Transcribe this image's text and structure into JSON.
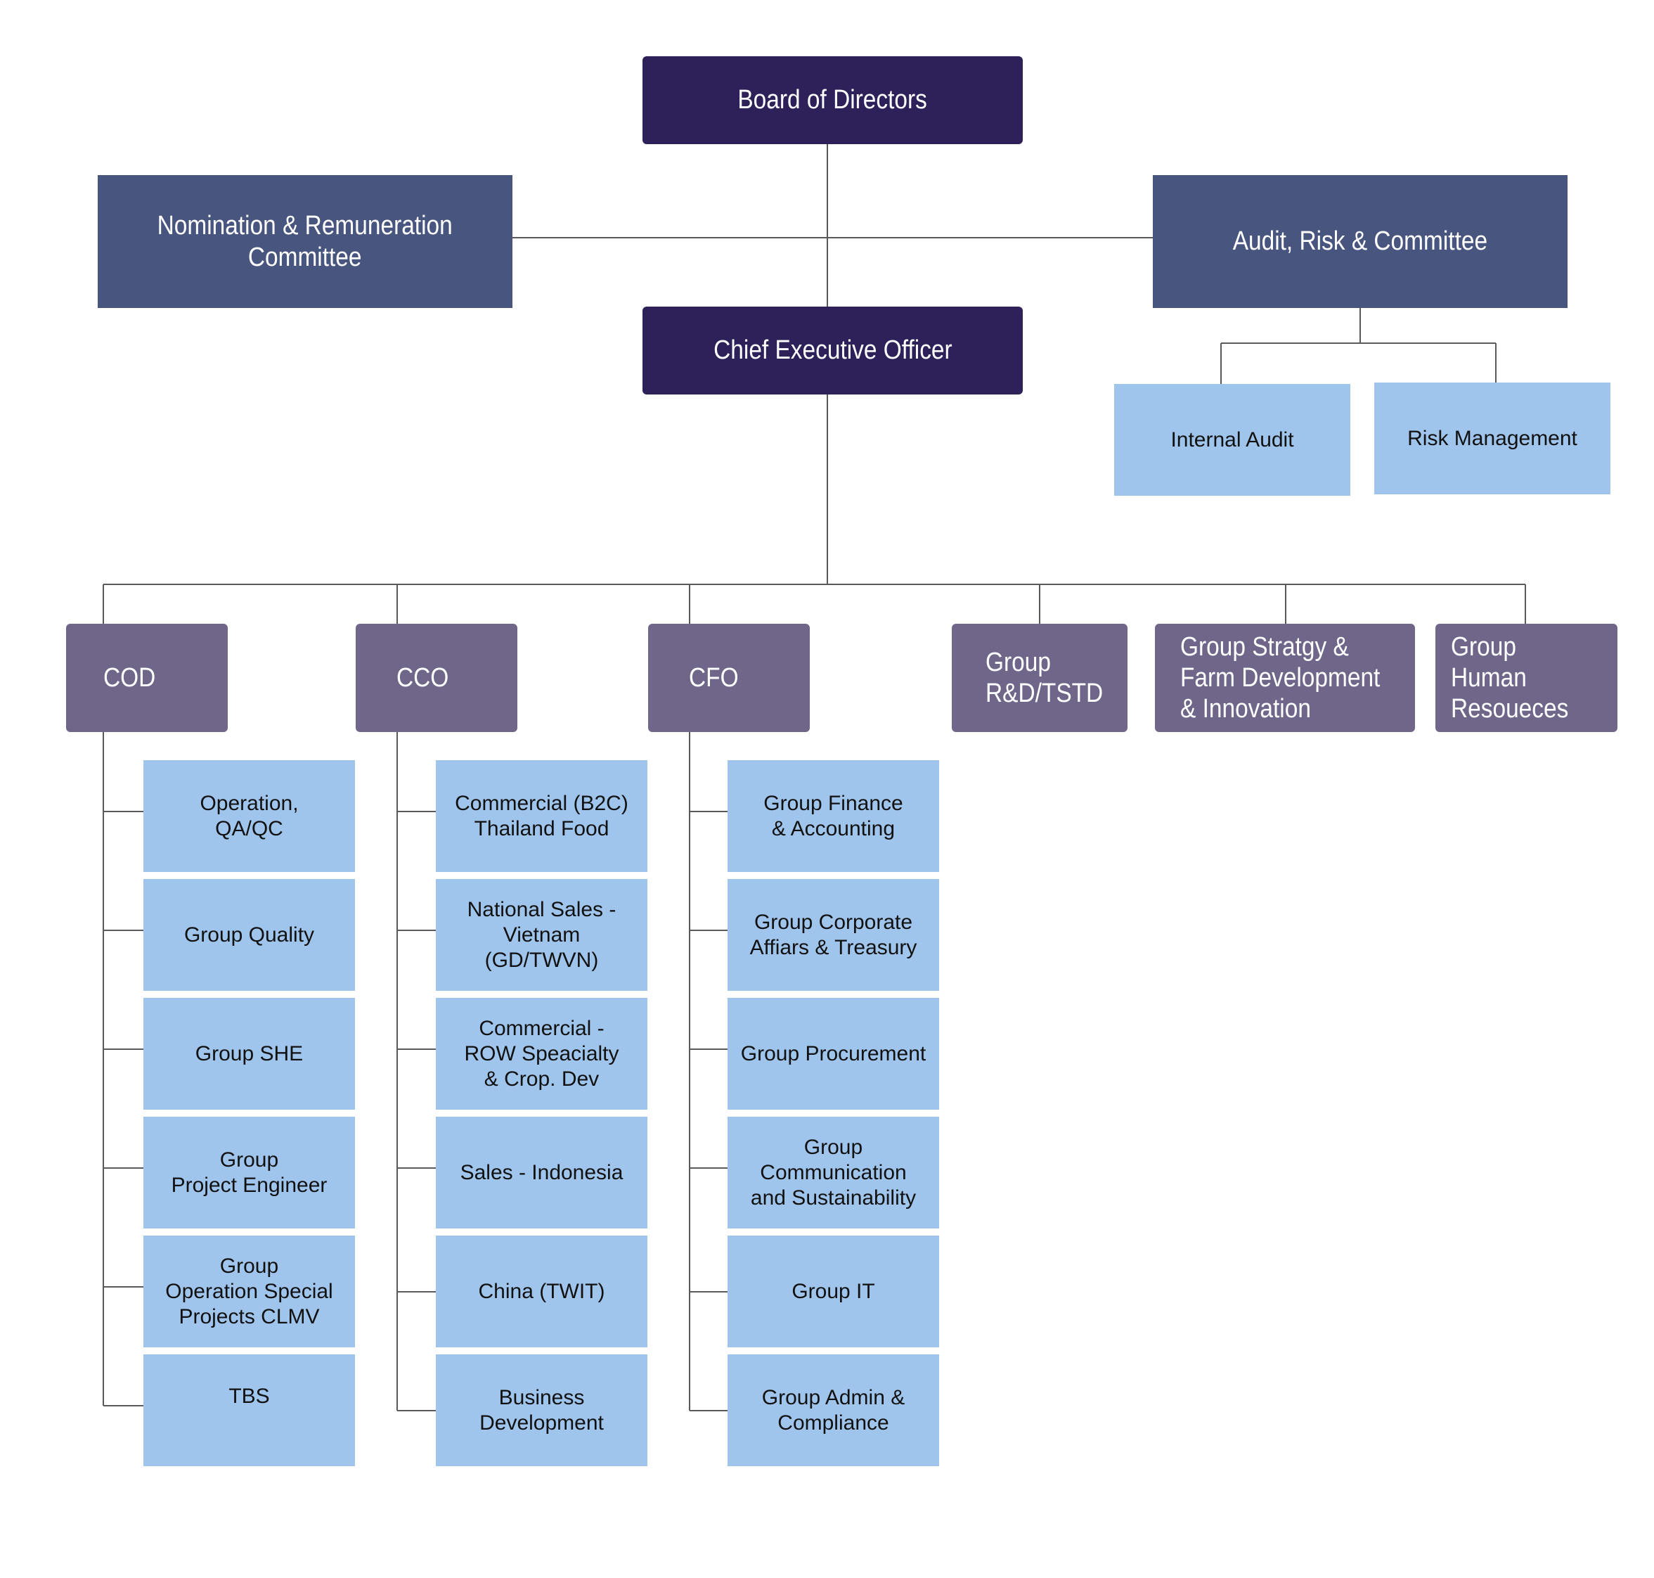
{
  "board": "Board of Directors",
  "nomination_committee": "Nomination & Remuneration\nCommittee",
  "audit_committee": "Audit, Risk & Committee",
  "ceo": "Chief Executive Officer",
  "audit_units": [
    "Internal Audit",
    "Risk Management"
  ],
  "executives": [
    {
      "label": "COD",
      "units": [
        "Operation,\nQA/QC",
        "Group Quality",
        "Group SHE",
        "Group\nProject Engineer",
        "Group\nOperation Special\nProjects CLMV",
        "TBS"
      ]
    },
    {
      "label": "CCO",
      "units": [
        "Commercial (B2C)\nThailand Food",
        "National Sales -\nVietnam\n(GD/TWVN)",
        "Commercial -\nROW Speacialty\n& Crop. Dev",
        "Sales - Indonesia",
        "China (TWIT)",
        "Business\nDevelopment"
      ]
    },
    {
      "label": "CFO",
      "units": [
        "Group Finance\n& Accounting",
        "Group Corporate\nAffiars & Treasury",
        "Group Procurement",
        "Group\nCommunication\nand Sustainability",
        "Group IT",
        "Group Admin &\nCompliance"
      ]
    },
    {
      "label": "Group\nR&D/TSTD",
      "units": []
    },
    {
      "label": "Group Stratgy &\nFarm Development\n& Innovation",
      "units": []
    },
    {
      "label": "Group Human\nResoueces",
      "units": []
    }
  ],
  "colors": {
    "top_box": "#2e2059",
    "committee_box": "#48557f",
    "executive_box": "#6f6689",
    "unit_box": "#a0c5ec",
    "connector": "#5a5a5a"
  }
}
